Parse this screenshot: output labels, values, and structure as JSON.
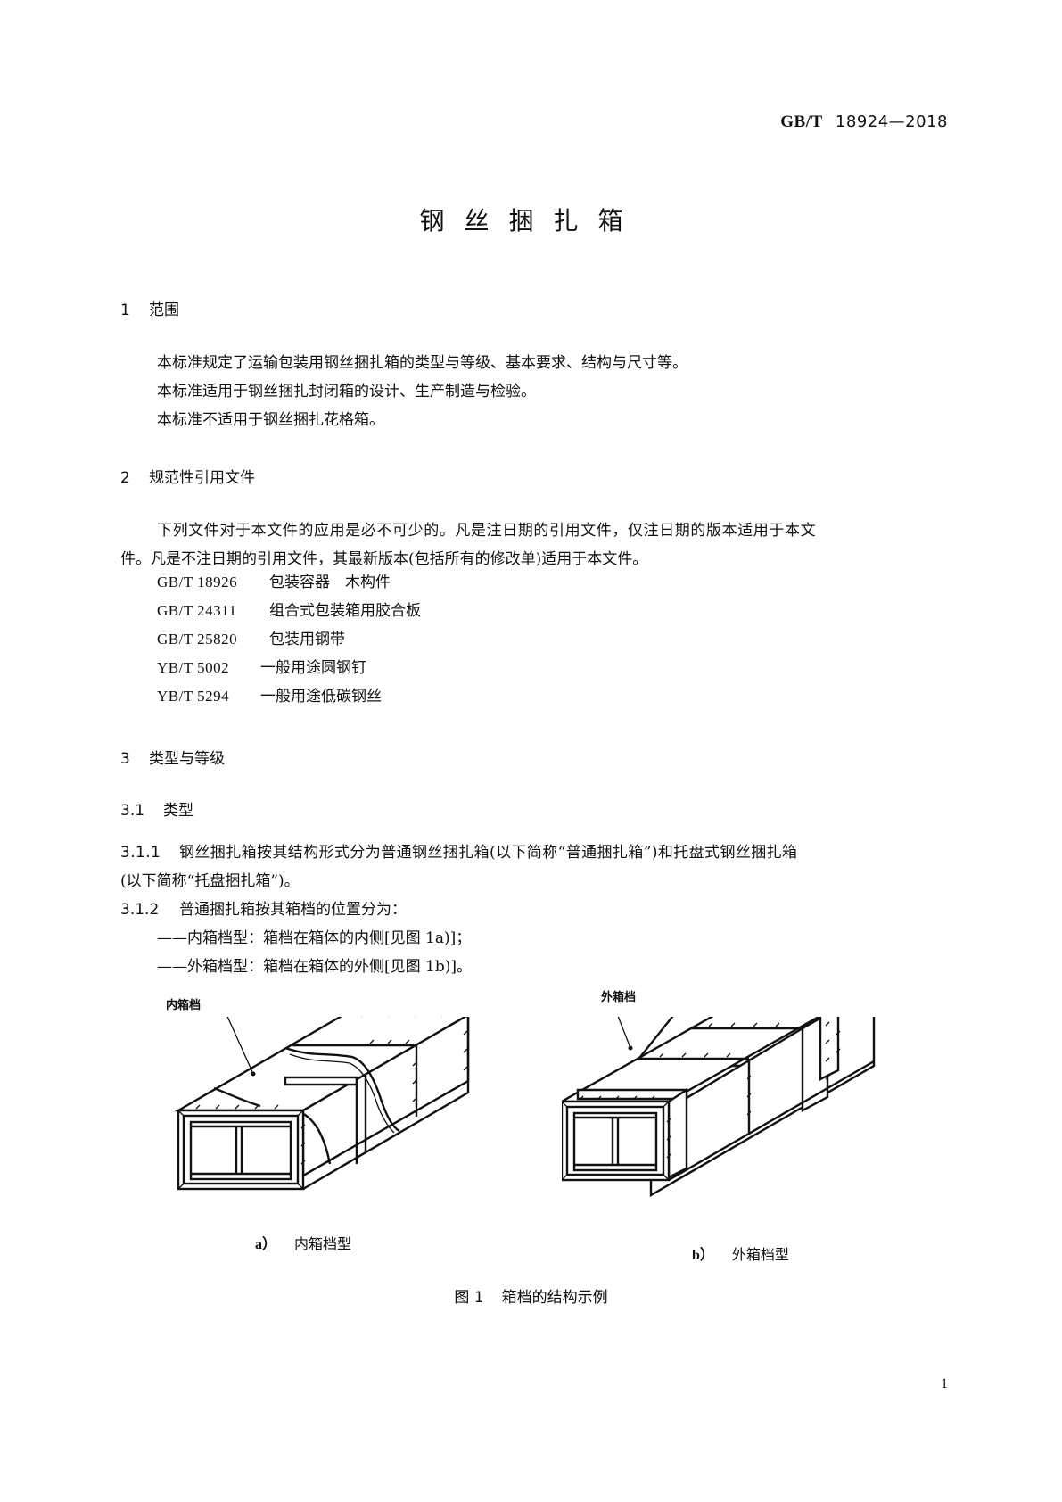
{
  "header": {
    "std_prefix": "GB/T",
    "std_number": "18924—2018"
  },
  "title": "钢丝捆扎箱",
  "sections": {
    "s1": {
      "number": "1",
      "heading": "范围",
      "paragraphs": [
        "本标准规定了运输包装用钢丝捆扎箱的类型与等级、基本要求、结构与尺寸等。",
        "本标准适用于钢丝捆扎封闭箱的设计、生产制造与检验。",
        "本标准不适用于钢丝捆扎花格箱。"
      ]
    },
    "s2": {
      "number": "2",
      "heading": "规范性引用文件",
      "intro_line1": "下列文件对于本文件的应用是必不可少的。凡是注日期的引用文件，仅注日期的版本适用于本文",
      "intro_line2": "件。凡是不注日期的引用文件，其最新版本(包括所有的修改单)适用于本文件。",
      "references": [
        {
          "code": "GB/T 18926",
          "title": "包装容器　木构件"
        },
        {
          "code": "GB/T 24311",
          "title": "组合式包装箱用胶合板"
        },
        {
          "code": "GB/T 25820",
          "title": "包装用钢带"
        },
        {
          "code": "YB/T 5002",
          "title": "一般用途圆钢钉"
        },
        {
          "code": "YB/T 5294",
          "title": "一般用途低碳钢丝"
        }
      ]
    },
    "s3": {
      "number": "3",
      "heading": "类型与等级",
      "s3_1": {
        "number": "3.1",
        "heading": "类型"
      },
      "c3_1_1": {
        "number": "3.1.1",
        "line1": "钢丝捆扎箱按其结构形式分为普通钢丝捆扎箱(以下简称“普通捆扎箱”)和托盘式钢丝捆扎箱",
        "line2": "(以下简称“托盘捆扎箱”)。"
      },
      "c3_1_2": {
        "number": "3.1.2",
        "text": "普通捆扎箱按其箱档的位置分为：",
        "items": [
          "——内箱档型：箱档在箱体的内侧[见图 1a)]；",
          "——外箱档型：箱档在箱体的外侧[见图 1b)]。"
        ]
      }
    }
  },
  "figure": {
    "number": "图 1",
    "title": "箱档的结构示例",
    "a": {
      "label": "a）",
      "caption": "内箱档型",
      "callout": "内箱档"
    },
    "b": {
      "label": "b）",
      "caption": "外箱档型",
      "callout": "外箱档"
    }
  },
  "footer": {
    "page_number": "1"
  }
}
